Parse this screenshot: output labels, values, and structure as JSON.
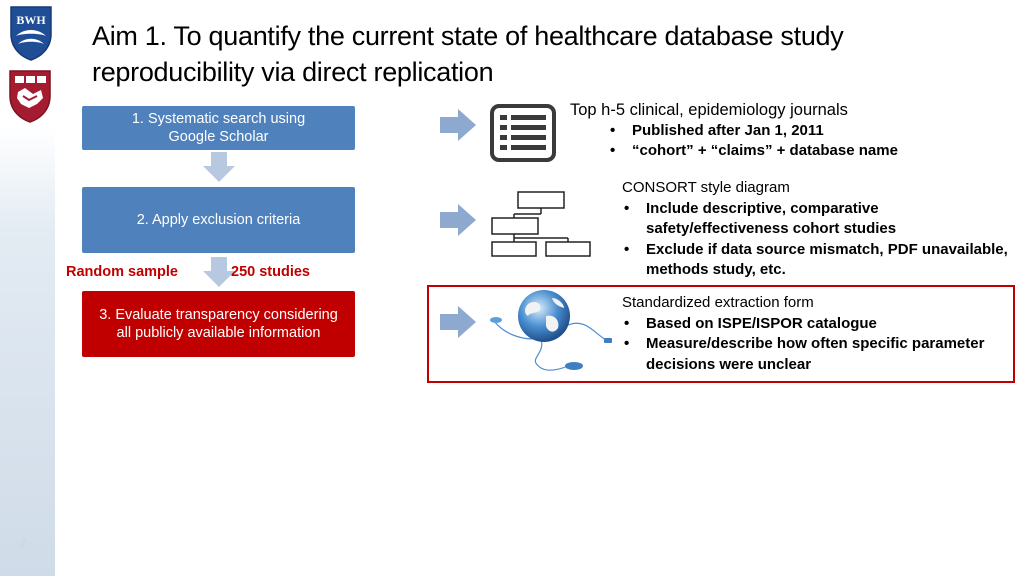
{
  "slide": {
    "title": "Aim 1. To quantify the current state of healthcare database study reproducibility via direct replication",
    "page_number": "2"
  },
  "logos": {
    "bwh_text": "BWH"
  },
  "flow": {
    "step1": "1. Systematic search using Google Scholar",
    "step2": "2. Apply exclusion criteria",
    "step3": "3. Evaluate transparency considering all publicly available information",
    "random_sample_label": "Random sample",
    "studies_label": "250 studies"
  },
  "details": {
    "search": {
      "heading": "Top h-5 clinical, epidemiology journals",
      "bullets": [
        "Published after Jan 1, 2011",
        "“cohort” + “claims” + database name"
      ]
    },
    "exclusion": {
      "heading": "CONSORT style diagram",
      "bullets": [
        "Include descriptive, comparative safety/effectiveness cohort studies",
        "Exclude if data source mismatch, PDF unavailable, methods study, etc."
      ]
    },
    "transparency": {
      "heading": "Standardized extraction form",
      "bullets": [
        "Based on ISPE/ISPOR catalogue",
        "Measure/describe how often specific parameter decisions were unclear"
      ]
    }
  },
  "colors": {
    "box_blue": "#4f81bd",
    "box_red": "#c00000",
    "arrow_blue": "#8ea9cf",
    "crimson": "#a51c30"
  }
}
